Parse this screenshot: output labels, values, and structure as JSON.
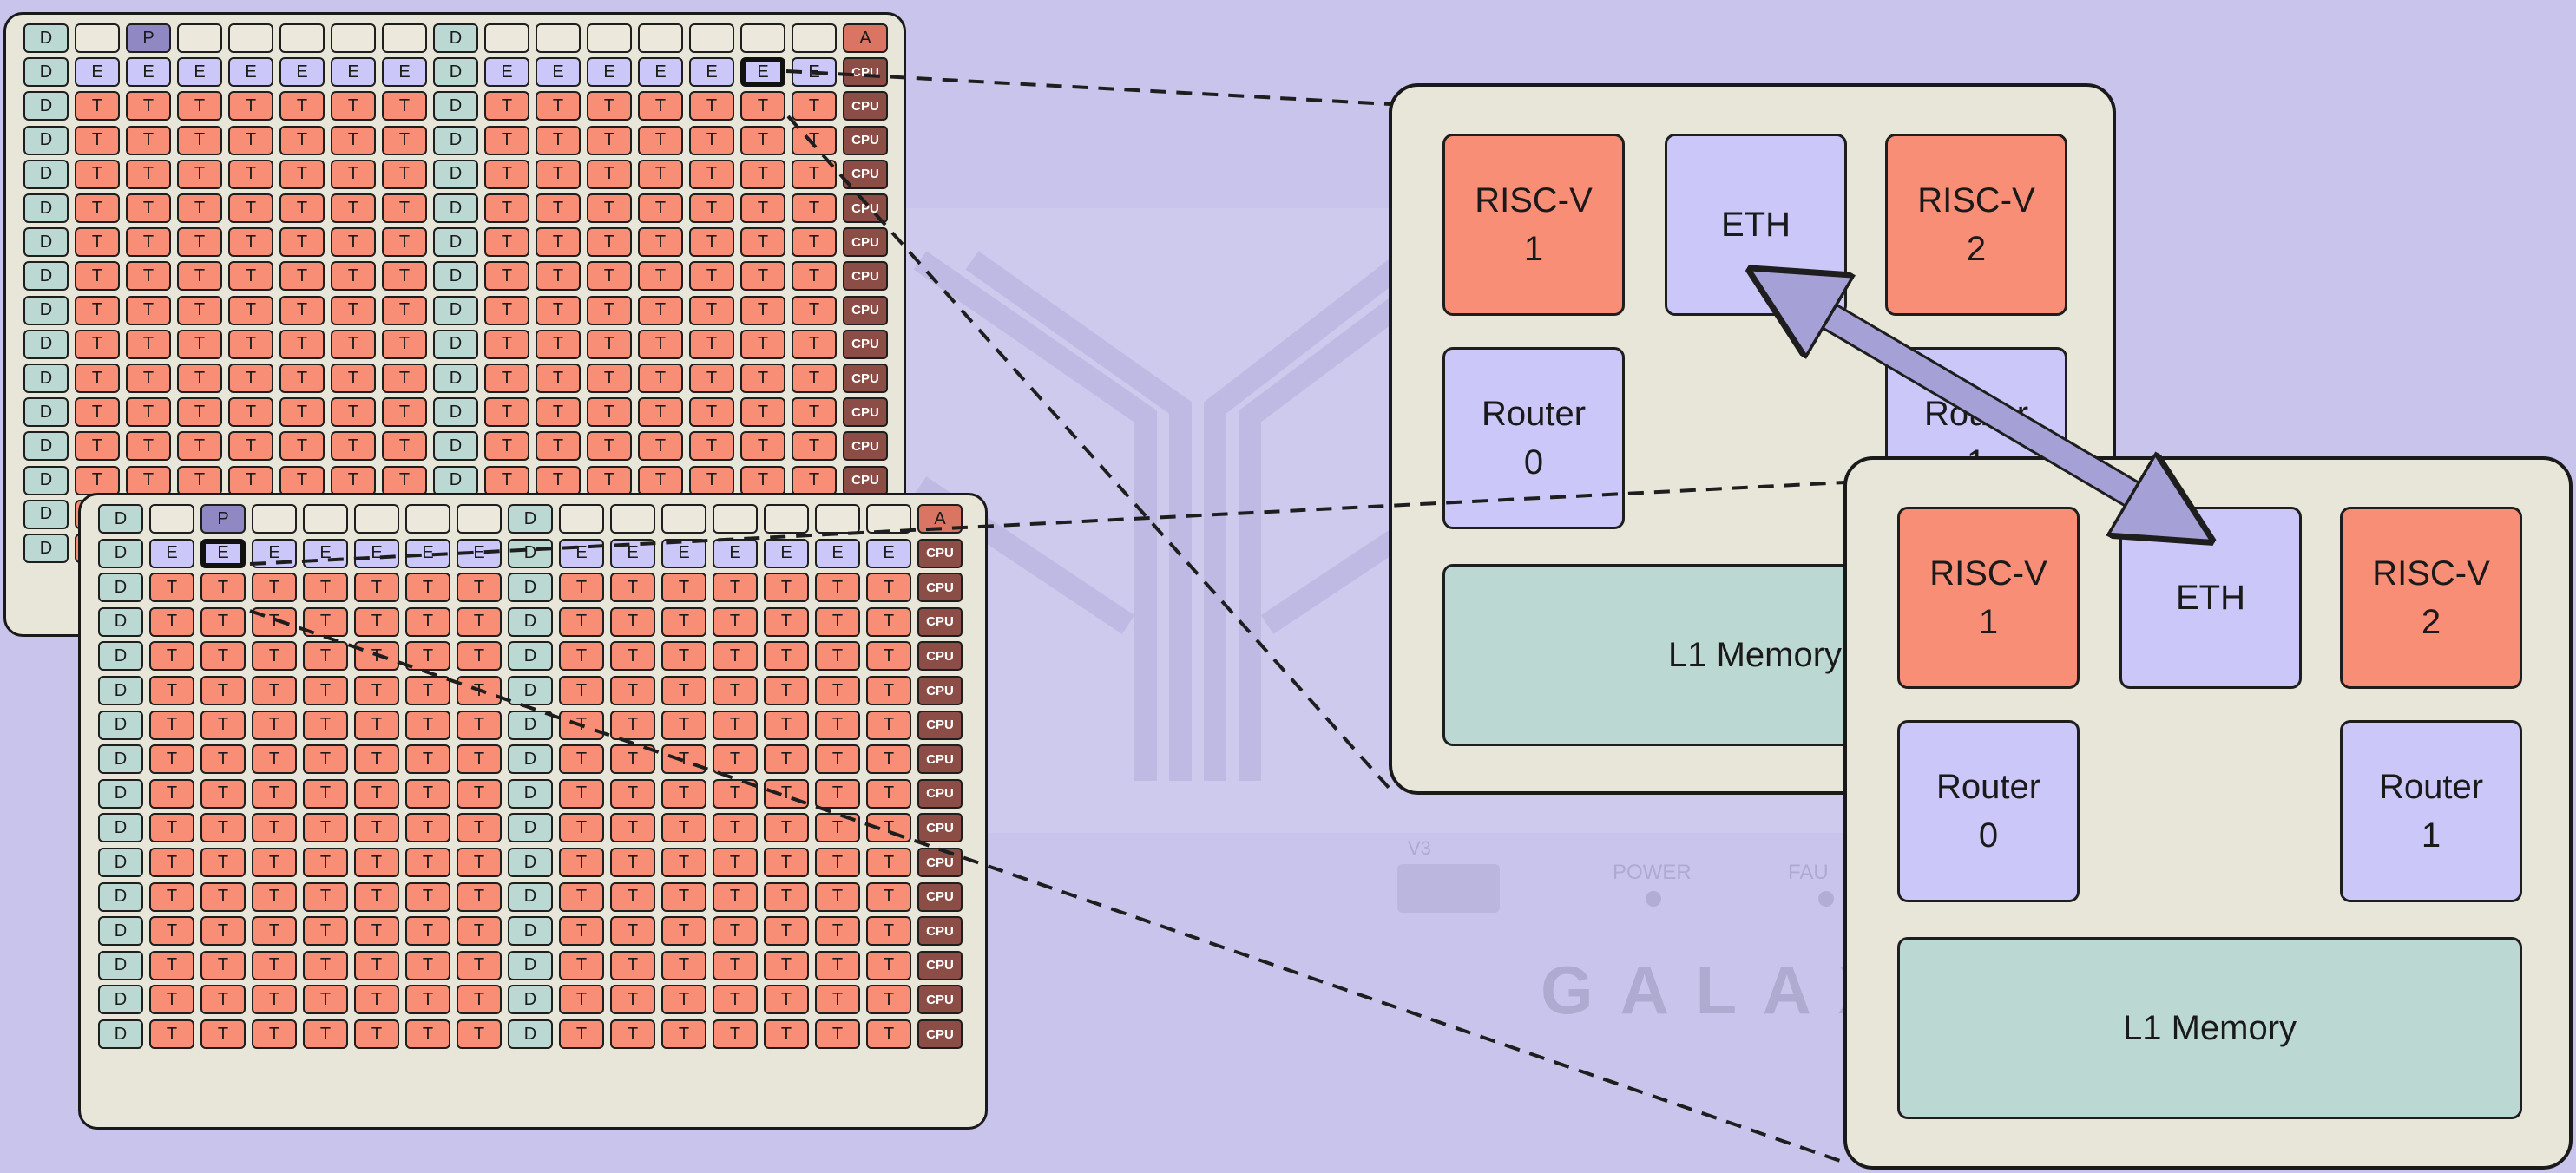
{
  "colors": {
    "background": "#c8c4ec",
    "panel": "#e8e5d9",
    "D": "#bcd8d2",
    "E": "#cbc7f8",
    "T": "#f98e77",
    "P": "#8f88c2",
    "A": "#d97562",
    "CPU": "#8b4d45",
    "blank": "#ece9dc",
    "risc": "#f98e77",
    "eth": "#cbc7f8",
    "router": "#cbc7f8",
    "memory": "#bcd8d2",
    "arrow": "#a5a0d6",
    "background_text": "#b3b0cf"
  },
  "legend": {
    "D": "D",
    "E": "E",
    "T": "T",
    "P": "P",
    "A": "A",
    "CPU": "CPU"
  },
  "chip": {
    "rows": [
      [
        "D",
        "",
        "P",
        "",
        "",
        "",
        "",
        "",
        "D",
        "",
        "",
        "",
        "",
        "",
        "",
        "",
        "A"
      ],
      [
        "D",
        "E",
        "E",
        "E",
        "E",
        "E",
        "E",
        "E",
        "D",
        "E",
        "E",
        "E",
        "E",
        "E",
        "E",
        "E",
        "CPU"
      ],
      [
        "D",
        "T",
        "T",
        "T",
        "T",
        "T",
        "T",
        "T",
        "D",
        "T",
        "T",
        "T",
        "T",
        "T",
        "T",
        "T",
        "CPU"
      ],
      [
        "D",
        "T",
        "T",
        "T",
        "T",
        "T",
        "T",
        "T",
        "D",
        "T",
        "T",
        "T",
        "T",
        "T",
        "T",
        "T",
        "CPU"
      ],
      [
        "D",
        "T",
        "T",
        "T",
        "T",
        "T",
        "T",
        "T",
        "D",
        "T",
        "T",
        "T",
        "T",
        "T",
        "T",
        "T",
        "CPU"
      ],
      [
        "D",
        "T",
        "T",
        "T",
        "T",
        "T",
        "T",
        "T",
        "D",
        "T",
        "T",
        "T",
        "T",
        "T",
        "T",
        "T",
        "CPU"
      ],
      [
        "D",
        "T",
        "T",
        "T",
        "T",
        "T",
        "T",
        "T",
        "D",
        "T",
        "T",
        "T",
        "T",
        "T",
        "T",
        "T",
        "CPU"
      ],
      [
        "D",
        "T",
        "T",
        "T",
        "T",
        "T",
        "T",
        "T",
        "D",
        "T",
        "T",
        "T",
        "T",
        "T",
        "T",
        "T",
        "CPU"
      ],
      [
        "D",
        "T",
        "T",
        "T",
        "T",
        "T",
        "T",
        "T",
        "D",
        "T",
        "T",
        "T",
        "T",
        "T",
        "T",
        "T",
        "CPU"
      ],
      [
        "D",
        "T",
        "T",
        "T",
        "T",
        "T",
        "T",
        "T",
        "D",
        "T",
        "T",
        "T",
        "T",
        "T",
        "T",
        "T",
        "CPU"
      ],
      [
        "D",
        "T",
        "T",
        "T",
        "T",
        "T",
        "T",
        "T",
        "D",
        "T",
        "T",
        "T",
        "T",
        "T",
        "T",
        "T",
        "CPU"
      ],
      [
        "D",
        "T",
        "T",
        "T",
        "T",
        "T",
        "T",
        "T",
        "D",
        "T",
        "T",
        "T",
        "T",
        "T",
        "T",
        "T",
        "CPU"
      ],
      [
        "D",
        "T",
        "T",
        "T",
        "T",
        "T",
        "T",
        "T",
        "D",
        "T",
        "T",
        "T",
        "T",
        "T",
        "T",
        "T",
        "CPU"
      ],
      [
        "D",
        "T",
        "T",
        "T",
        "T",
        "T",
        "T",
        "T",
        "D",
        "T",
        "T",
        "T",
        "T",
        "T",
        "T",
        "T",
        "CPU"
      ],
      [
        "D",
        "T",
        "T",
        "T",
        "T",
        "T",
        "T",
        "T",
        "D",
        "T",
        "T",
        "T",
        "T",
        "T",
        "T",
        "T",
        "CPU"
      ],
      [
        "D",
        "T",
        "T",
        "T",
        "T",
        "T",
        "T",
        "T",
        "D",
        "T",
        "T",
        "T",
        "T",
        "T",
        "T",
        "T",
        "CPU"
      ]
    ],
    "highlighted_eth_chip_a": "row 1, column 14",
    "highlighted_eth_chip_b": "row 1, column 2"
  },
  "tile_a": {
    "risc1": "RISC-V\n1",
    "eth": "ETH",
    "risc2": "RISC-V\n2",
    "router0": "Router\n0",
    "router1": "Router\n1",
    "memory": "L1 Memory"
  },
  "tile_b": {
    "risc1": "RISC-V\n1",
    "eth": "ETH",
    "risc2": "RISC-V\n2",
    "router0": "Router\n0",
    "router1": "Router\n1",
    "memory": "L1 Memory"
  },
  "background_text": {
    "v3": "V3",
    "power": "POWER",
    "fault": "FAU",
    "brand": "G A L A X"
  }
}
